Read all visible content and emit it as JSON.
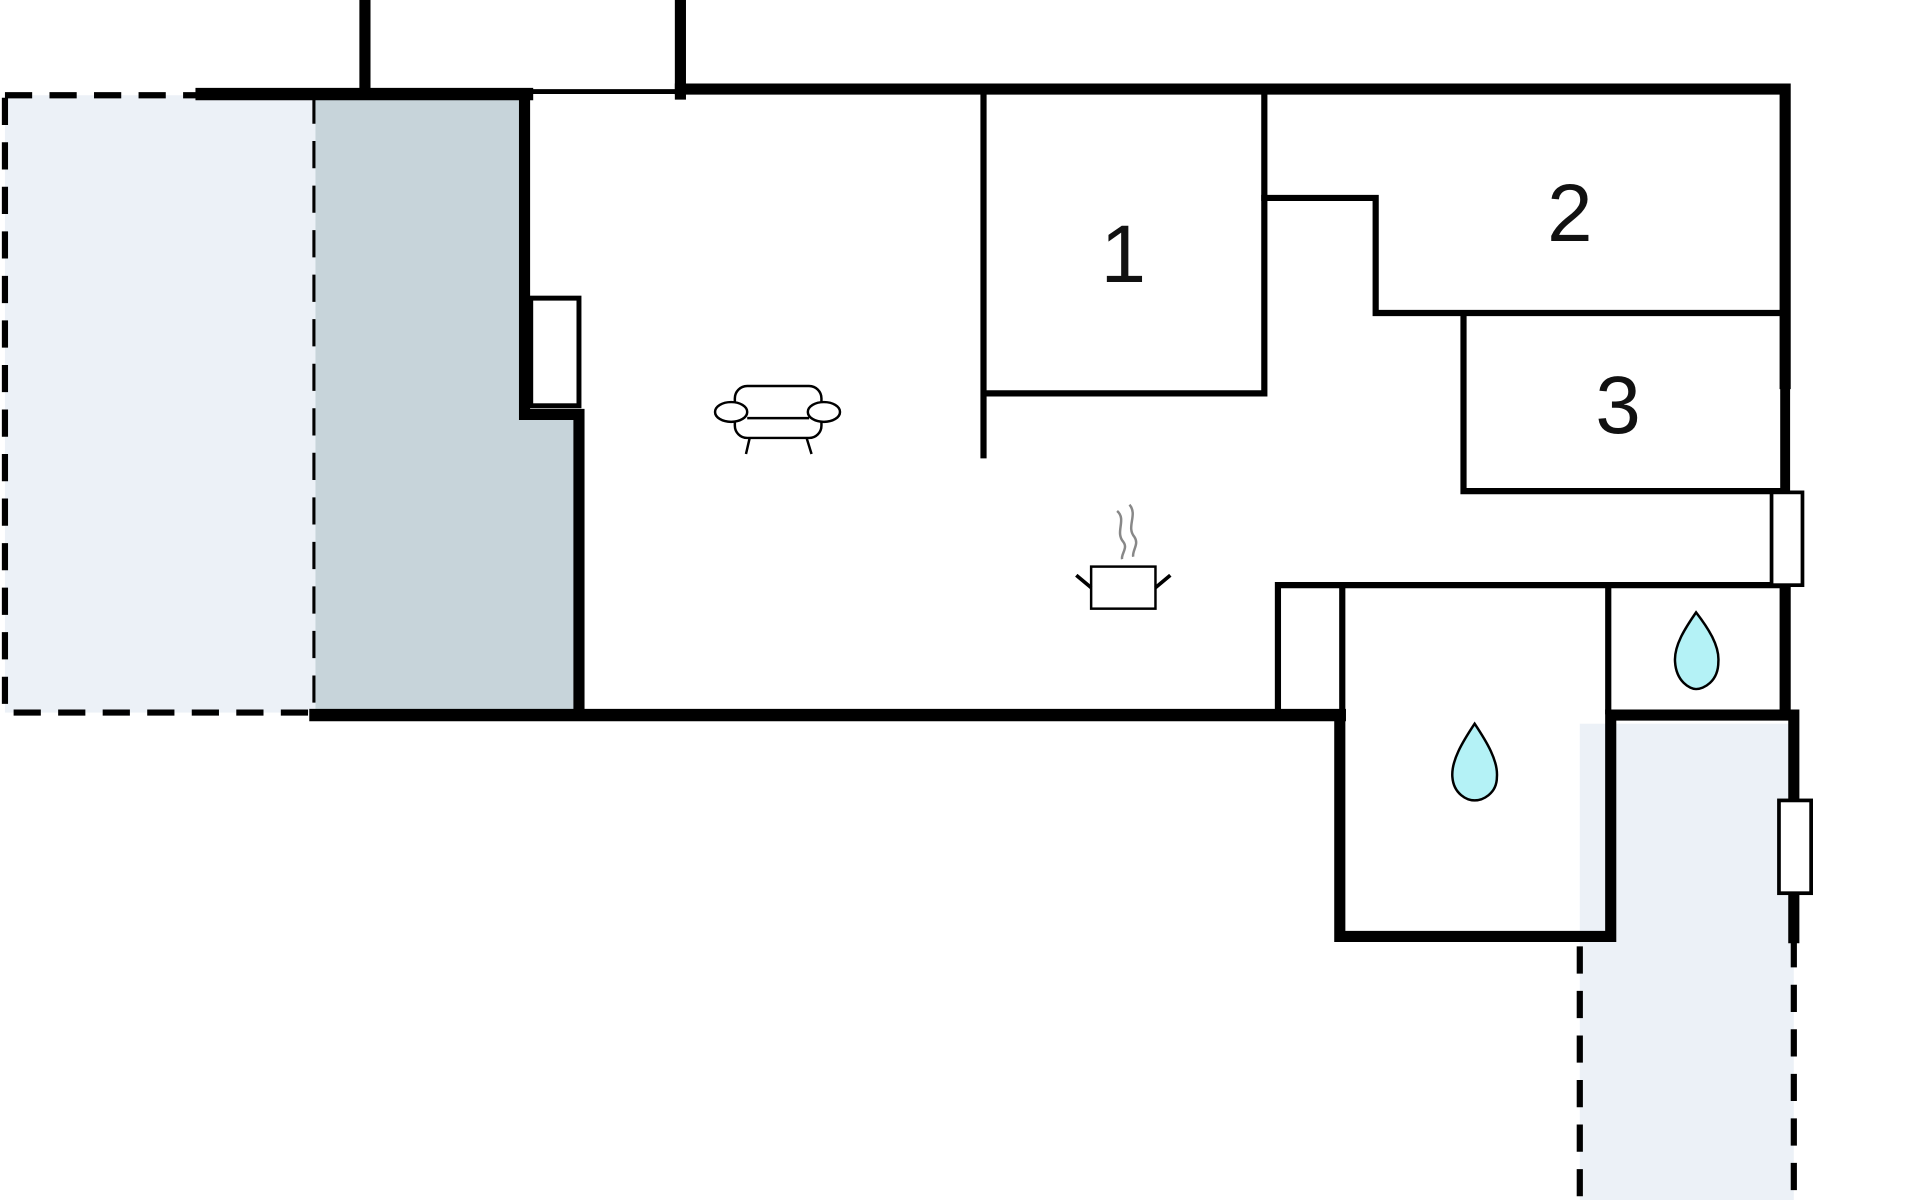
{
  "floor_plan": {
    "rooms": [
      {
        "label": "1"
      },
      {
        "label": "2"
      },
      {
        "label": "3"
      }
    ],
    "icons": [
      "sofa-icon",
      "cooking-pot-icon",
      "water-drop-icon",
      "water-drop-icon"
    ],
    "colors": {
      "terrace_fill": "#ecf1f7",
      "covered_area_fill": "#c7d4da",
      "water_fill": "#b4f2f6",
      "wall": "#000000"
    }
  }
}
